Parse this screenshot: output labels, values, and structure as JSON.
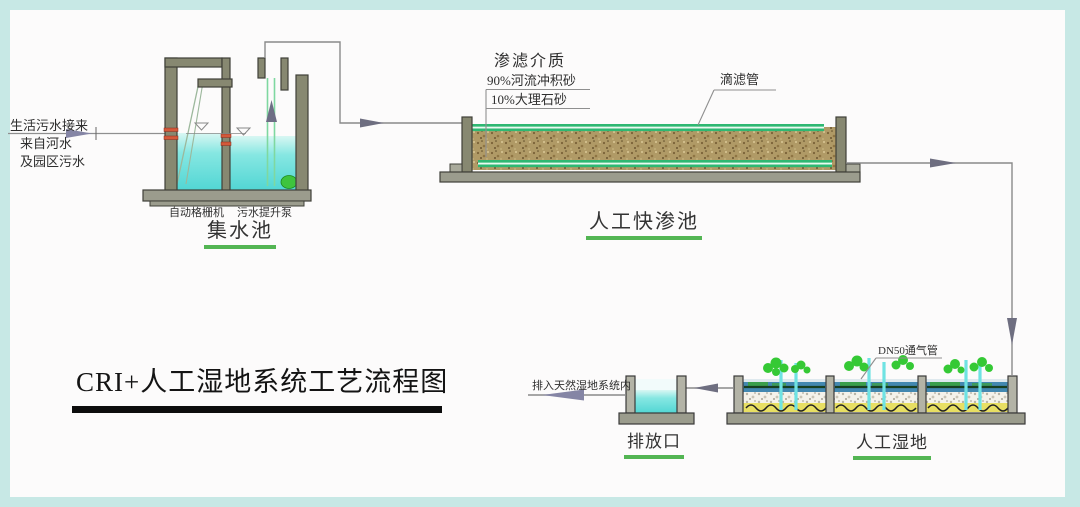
{
  "diagram": {
    "title": "CRI+人工湿地系统工艺流程图",
    "inlet": {
      "line1": "生活污水接来",
      "line2": "来自河水",
      "line3": "及园区污水"
    },
    "collection_tank": {
      "name": "集水池",
      "bar_screen": "自动格栅机",
      "lift_pump": "污水提升泵"
    },
    "infiltration_pool": {
      "name": "人工快渗池",
      "media_heading": "渗滤介质",
      "media_item1": "90%河流冲积砂",
      "media_item2": "10%大理石砂",
      "drip_pipe": "滴滤管"
    },
    "wetland": {
      "name": "人工湿地",
      "vent_pipe": "DN50通气管"
    },
    "outfall": {
      "name": "排放口",
      "discharge_note": "排入天然湿地系统内"
    }
  },
  "colors": {
    "frame": "#c7e8e5",
    "background": "#fcfbfb",
    "tank_wall": "#878871",
    "base_slab": "#9b9c8d",
    "water": "#7ae4e0",
    "sand": "#b29a68",
    "pipe_green": "#2eb872",
    "label_underline_green": "#53b553",
    "flow_line": "#8a8a8a",
    "arrow": "#70708a",
    "plants": "#35c935",
    "vent_pipe_cyan": "#6fe3e3",
    "wetland_water": "#4388b0",
    "bottom_layer_yellow": "#e8df63",
    "title_underline": "#0d0d0d"
  }
}
